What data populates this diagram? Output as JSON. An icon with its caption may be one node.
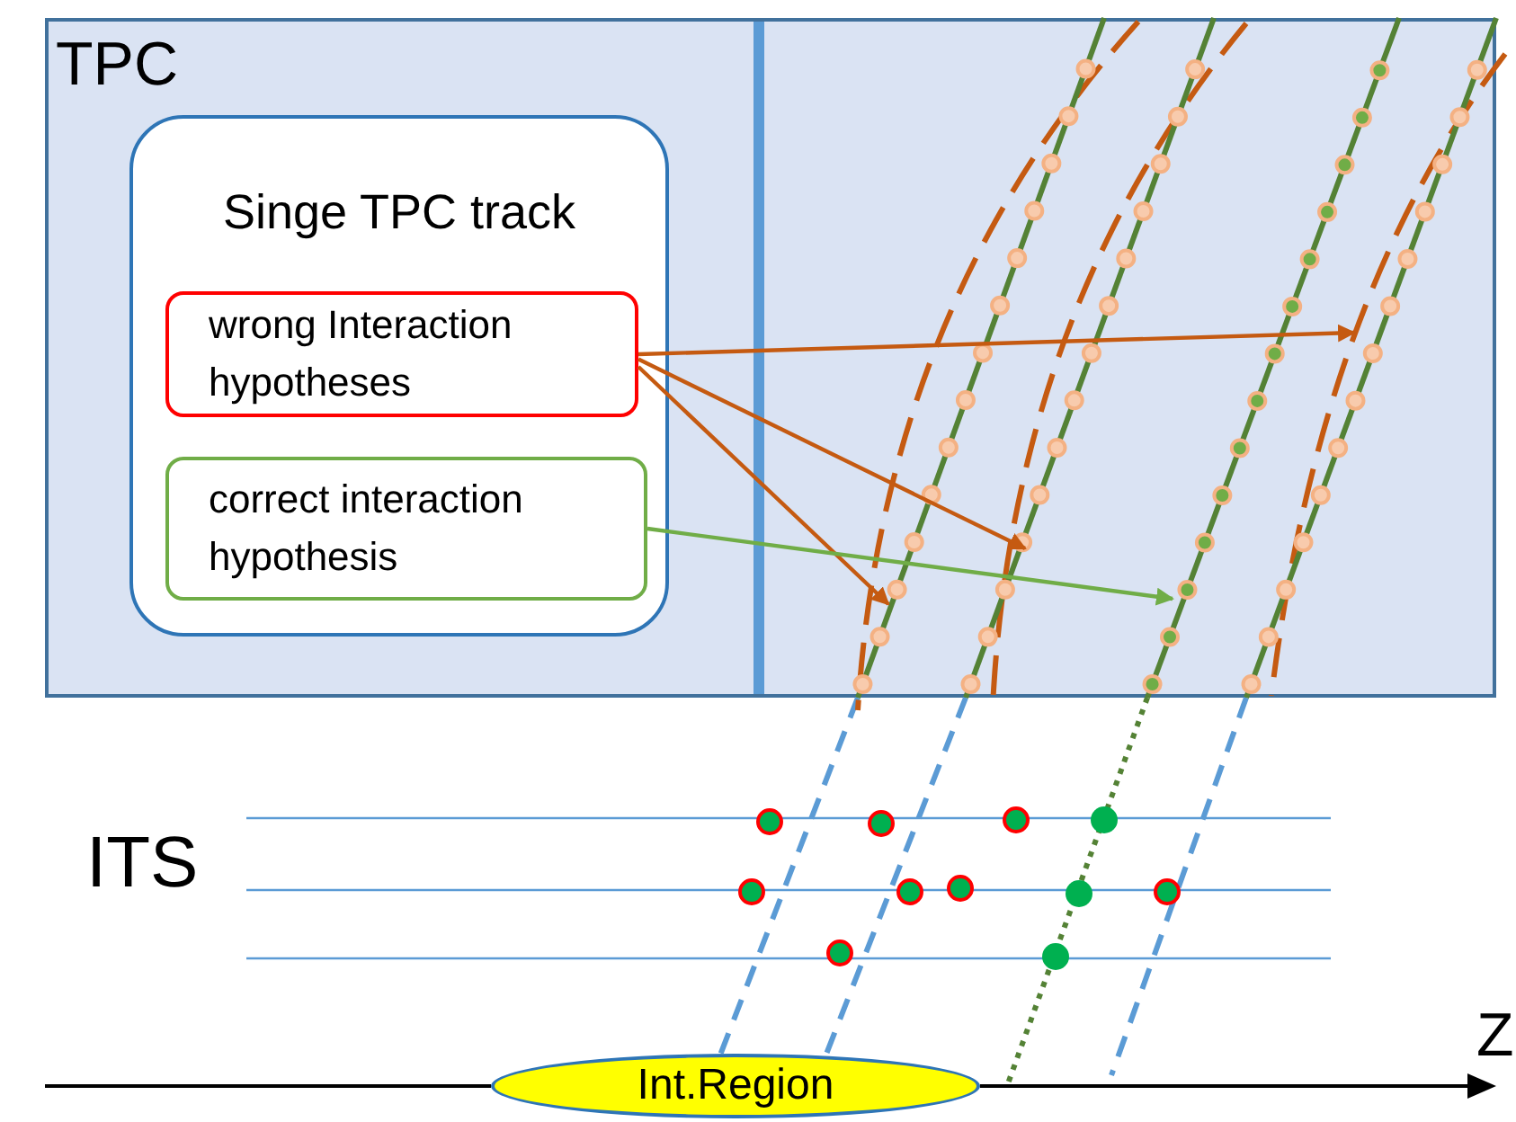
{
  "diagram": {
    "nodes": [
      {
        "text": [
          "TPC"
        ]
      },
      {
        "text": [
          "Singe TPC track"
        ],
        "in": 0
      },
      {
        "text": [
          "wrong Interaction hypotheses"
        ],
        "in": 1
      },
      {
        "text": [
          "correct interaction hypothesis"
        ],
        "in": 1
      },
      {
        "text": [
          "Int.Region"
        ]
      }
    ],
    "edges": [
      {
        "from": 2,
        "to": null,
        "arrow": "to"
      },
      {
        "from": 2,
        "to": null,
        "arrow": "to"
      },
      {
        "from": 2,
        "to": null,
        "arrow": "to"
      },
      {
        "from": 3,
        "to": null,
        "arrow": "to",
        "color": "#70ad47"
      }
    ],
    "labels": [
      "ITS",
      "Z"
    ]
  }
}
